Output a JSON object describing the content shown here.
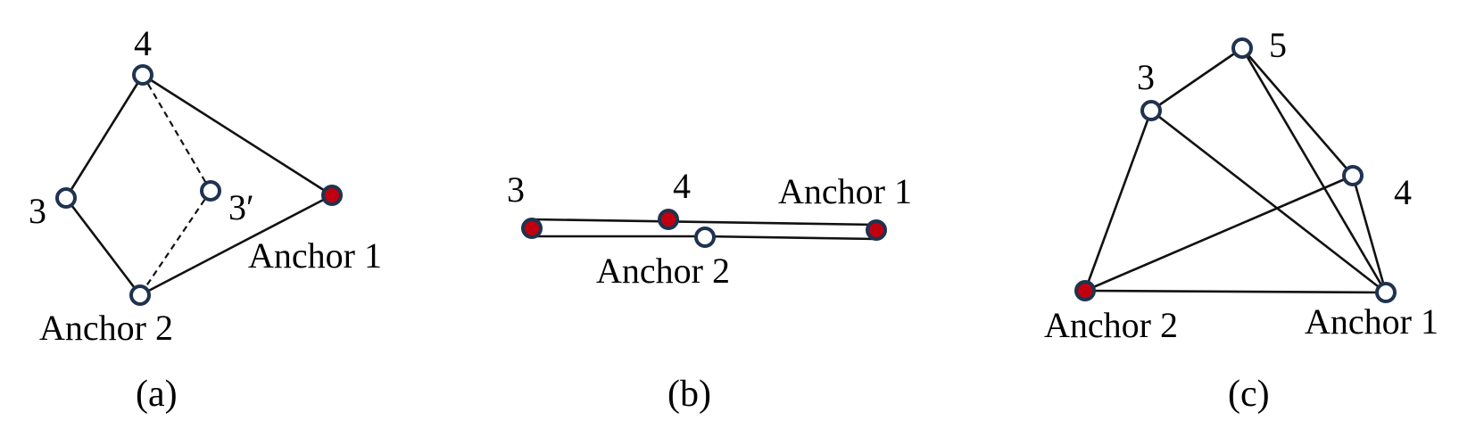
{
  "colors": {
    "node_stroke": "#1f3350",
    "anchor_fill": "#c0000f",
    "free_fill": "#ffffff",
    "edge": "#111111"
  },
  "panels": {
    "a": {
      "caption": "(a)",
      "labels": {
        "n4": "4",
        "n3": "3",
        "n3p": "3′",
        "anchor1": "Anchor 1",
        "anchor2": "Anchor 2"
      }
    },
    "b": {
      "caption": "(b)",
      "labels": {
        "n3": "3",
        "n4": "4",
        "anchor1": "Anchor 1",
        "anchor2": "Anchor 2"
      }
    },
    "c": {
      "caption": "(c)",
      "labels": {
        "n3": "3",
        "n5": "5",
        "n4": "4",
        "anchor1": "Anchor 1",
        "anchor2": "Anchor 2"
      }
    }
  }
}
